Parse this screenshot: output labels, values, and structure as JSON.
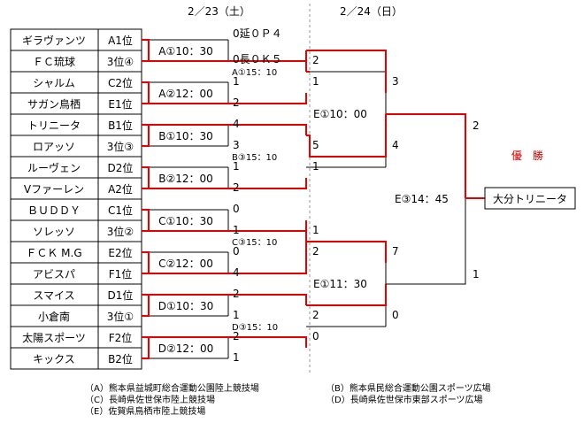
{
  "dates": {
    "day1": "2／23（土）",
    "day2": "2／24（日）"
  },
  "teams": [
    {
      "name": "ギラヴァンツ",
      "seed": "A1位"
    },
    {
      "name": "ＦＣ琉球",
      "seed": "3位④"
    },
    {
      "name": "シャルム",
      "seed": "C2位"
    },
    {
      "name": "サガン鳥栖",
      "seed": "E1位"
    },
    {
      "name": "トリニータ",
      "seed": "B1位"
    },
    {
      "name": "ロアッソ",
      "seed": "3位③"
    },
    {
      "name": "ルーヴェン",
      "seed": "D2位"
    },
    {
      "name": "Vファーレン",
      "seed": "A2位"
    },
    {
      "name": "ＢＵＤＤＹ",
      "seed": "C1位"
    },
    {
      "name": "ソレッソ",
      "seed": "3位②"
    },
    {
      "name": "ＦＣＫ M.G",
      "seed": "E2位"
    },
    {
      "name": "アビスパ",
      "seed": "F1位"
    },
    {
      "name": "スマイス",
      "seed": "D1位"
    },
    {
      "name": "小倉南",
      "seed": "3位①"
    },
    {
      "name": "太陽スポーツ",
      "seed": "F2位"
    },
    {
      "name": "キックス",
      "seed": "B2位"
    }
  ],
  "round1": [
    {
      "label": "A①10：30",
      "top": "0延０Ｐ４",
      "bottom": "0長０Ｋ５"
    },
    {
      "label": "A②12：00",
      "top": "1",
      "bottom": "2"
    },
    {
      "label": "B①10：30",
      "top": "4",
      "bottom": "3"
    },
    {
      "label": "B②12：00",
      "top": "1",
      "bottom": "2"
    },
    {
      "label": "C①10：30",
      "top": "0",
      "bottom": "1"
    },
    {
      "label": "C②12：00",
      "top": "0",
      "bottom": "4"
    },
    {
      "label": "D①10：30",
      "top": "2",
      "bottom": "1"
    },
    {
      "label": "D②12：00",
      "top": "2",
      "bottom": "1"
    }
  ],
  "round2": [
    {
      "label": "A①15：10",
      "top": "2",
      "bottom": "1"
    },
    {
      "label": "B③15：10",
      "top": "5",
      "bottom": "1"
    },
    {
      "label": "C③15：10",
      "top": "1",
      "bottom": "2"
    },
    {
      "label": "D③15：10",
      "top": "2",
      "bottom": "0"
    }
  ],
  "semis": [
    {
      "label": "E①10：00",
      "top": "3",
      "bottom": "4"
    },
    {
      "label": "E①11：30",
      "top": "7",
      "bottom": "0"
    }
  ],
  "final": {
    "label": "E③14：45",
    "top": "2",
    "bottom": "1"
  },
  "champion": {
    "title": "優　勝",
    "name": "大分トリニータ"
  },
  "venues": [
    "（A）熊本県益城町総合運動公園陸上競技場",
    "（B）熊本県民総合運動公園スポーツ広場",
    "（C）長崎県佐世保市陸上競技場",
    "（D）長崎県佐世保市東部スポーツ広場",
    "（E）佐賀県鳥栖市陸上競技場"
  ]
}
